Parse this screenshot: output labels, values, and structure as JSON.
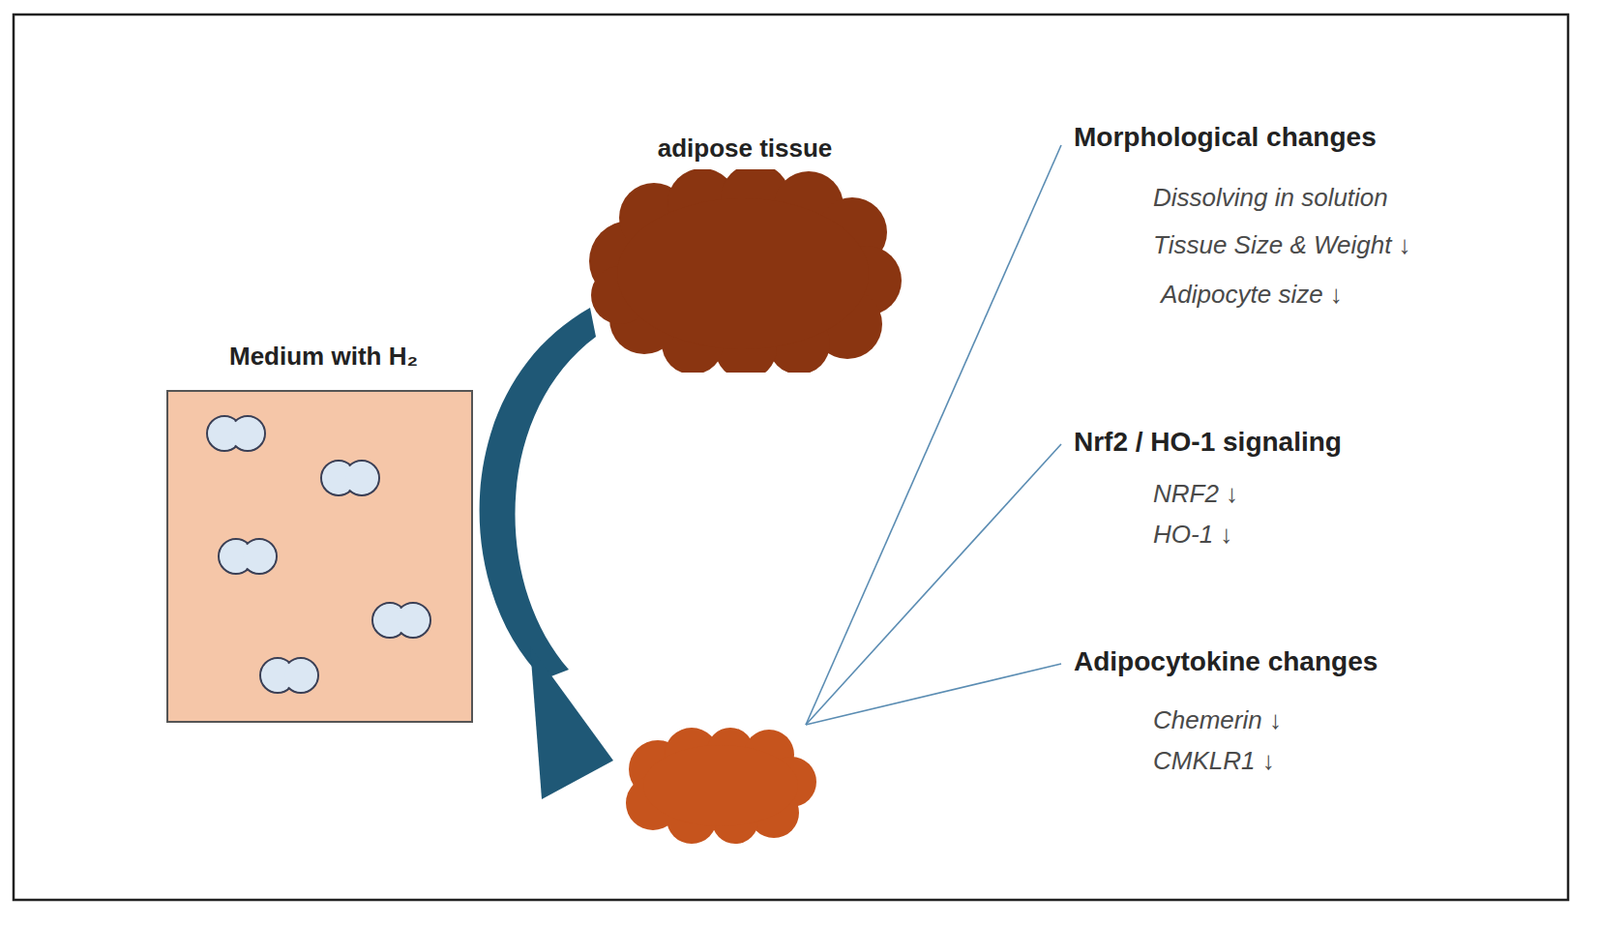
{
  "diagram": {
    "nodes": [
      {
        "text": [
          "Medium with H₂"
        ]
      },
      {
        "text": [
          "adipose tissue"
        ]
      }
    ],
    "labels": [
      "Morphological changes",
      "Dissolving in solution",
      "Tissue Size & Weight ↓",
      "Adipocyte size ↓",
      "Nrf2 / HO-1 signaling",
      "NRF2 ↓",
      "HO-1 ↓",
      "Adipocytokine changes",
      "Chemerin ↓",
      "CMKLR1 ↓"
    ]
  }
}
